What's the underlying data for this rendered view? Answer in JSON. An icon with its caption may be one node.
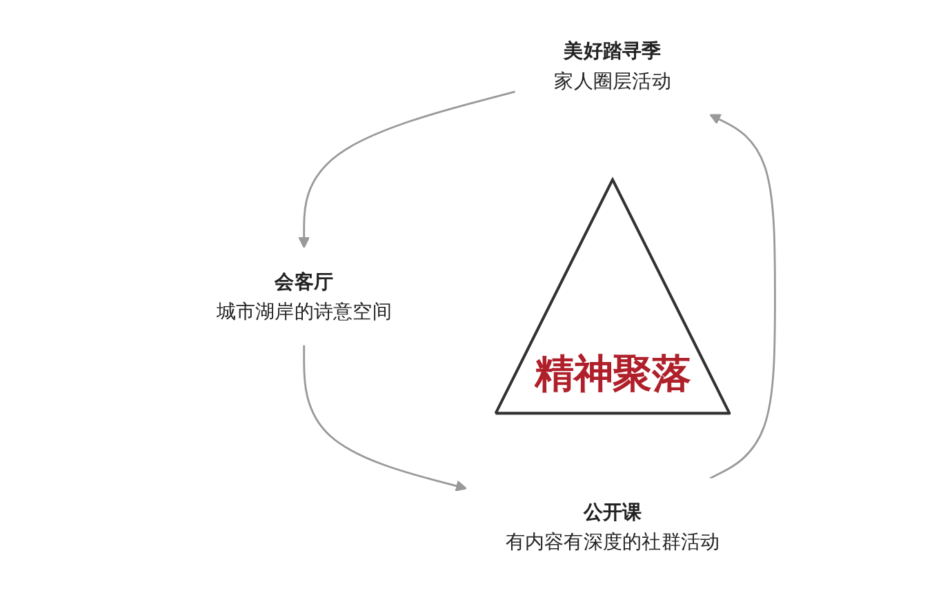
{
  "diagram": {
    "nodes": [
      {
        "text": [
          "美好踏寻季",
          "家人圈层活动"
        ]
      },
      {
        "text": [
          "精神聚落"
        ]
      },
      {
        "text": [
          "会客厅",
          "城市湖岸的诗意空间"
        ]
      },
      {
        "text": [
          "公开课",
          "有内容有深度的社群活动"
        ]
      }
    ],
    "edges": [
      {
        "from": 0,
        "to": 2,
        "arrow": "to"
      },
      {
        "from": 2,
        "to": 3,
        "arrow": "to"
      },
      {
        "from": 3,
        "to": 0,
        "arrow": "to"
      }
    ]
  }
}
